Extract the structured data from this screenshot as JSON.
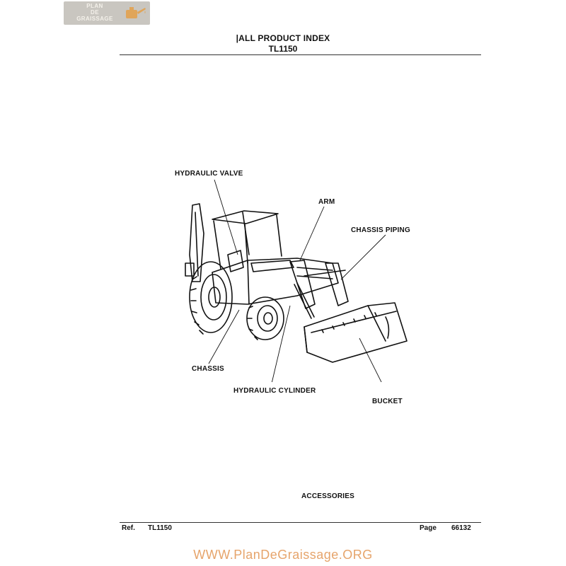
{
  "logo": {
    "line1": "PLAN",
    "line2": "DE",
    "line3": "GRAISSAGE"
  },
  "header": {
    "title": "|ALL PRODUCT INDEX",
    "model": "TL1150"
  },
  "labels": {
    "hydraulic_valve": "HYDRAULIC VALVE",
    "arm": "ARM",
    "chassis_piping": "CHASSIS PIPING",
    "chassis": "CHASSIS",
    "hydraulic_cylinder": "HYDRAULIC CYLINDER",
    "bucket": "BUCKET",
    "accessories": "ACCESSORIES"
  },
  "footer": {
    "ref_label": "Ref.",
    "ref_value": "TL1150",
    "page_label": "Page",
    "page_value": "66132"
  },
  "watermark": {
    "url": "WWW.PlanDeGraissage.ORG",
    "color": "#e6a46b"
  }
}
